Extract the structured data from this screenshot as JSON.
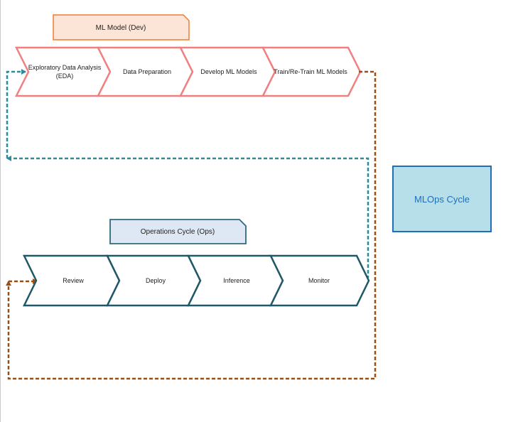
{
  "dev_group": {
    "title": "ML Model (Dev)",
    "steps": [
      {
        "line1": "Exploratory Data Analysis",
        "line2": "(EDA)"
      },
      {
        "line1": "Data Preparation",
        "line2": ""
      },
      {
        "line1": "Develop ML Models",
        "line2": ""
      },
      {
        "line1": "Train/Re-Train ML Models",
        "line2": ""
      }
    ]
  },
  "ops_group": {
    "title": "Operations Cycle (Ops)",
    "steps": [
      "Review",
      "Deploy",
      "Inference",
      "Monitor"
    ]
  },
  "cycle_box": {
    "label": "MLOps Cycle"
  },
  "colors": {
    "dev_stroke": "#f08080",
    "dev_callout_fill": "#fce4d6",
    "dev_callout_stroke": "#ed7d31",
    "ops_stroke": "#1f5968",
    "ops_callout_fill": "#dee8f4",
    "ops_callout_stroke": "#2e6a7e",
    "cycle_fill": "#b7dfe9",
    "cycle_stroke": "#1f6fb5",
    "teal_connector": "#2e8b98",
    "brown_connector": "#9b4f14"
  }
}
